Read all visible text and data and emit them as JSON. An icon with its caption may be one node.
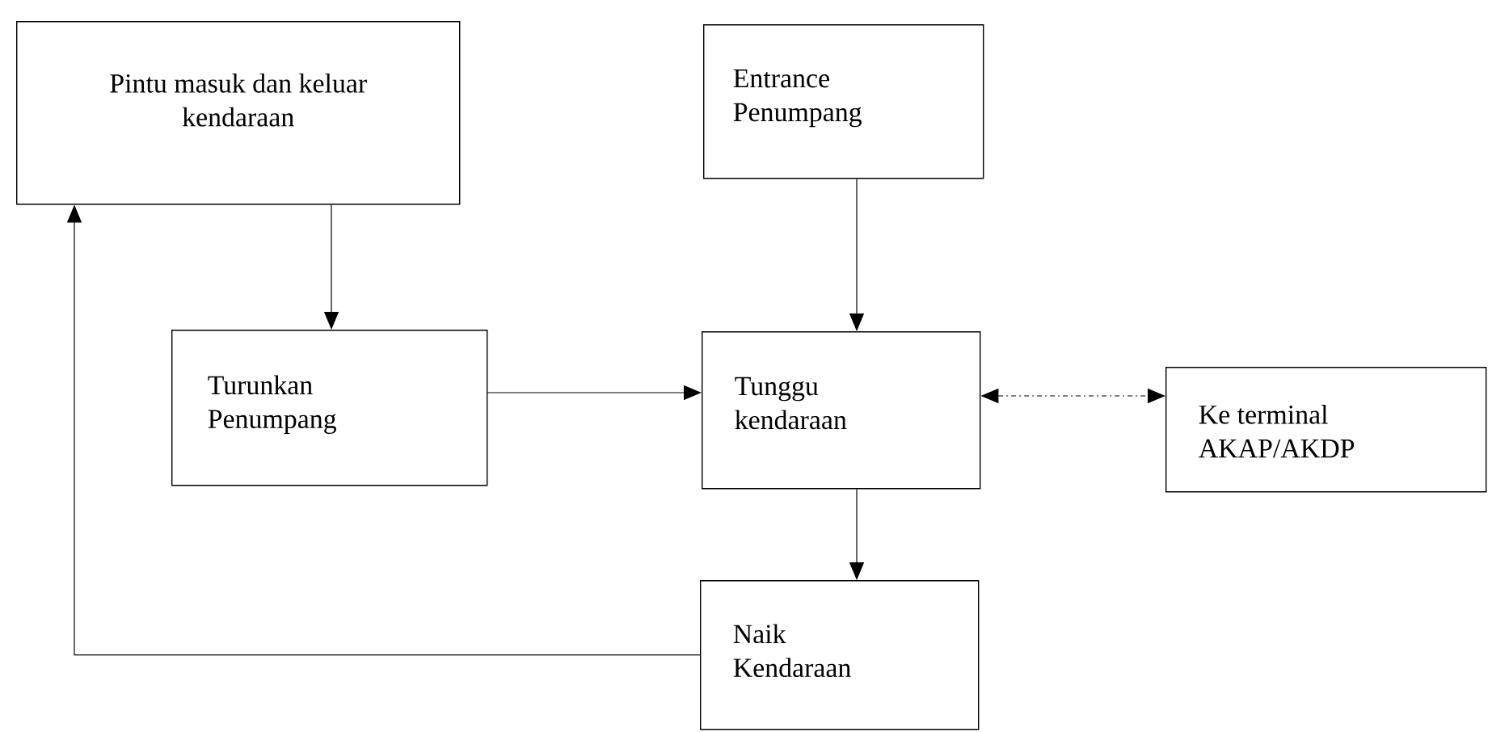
{
  "diagram": {
    "nodes": [
      {
        "text": [
          "Pintu masuk dan keluar kendaraan"
        ]
      },
      {
        "text": [
          "Entrance Penumpang"
        ]
      },
      {
        "text": [
          "Turunkan Penumpang"
        ]
      },
      {
        "text": [
          "Tunggu kendaraan"
        ]
      },
      {
        "text": [
          "Ke terminal AKAP/AKDP"
        ]
      },
      {
        "text": [
          "Naik Kendaraan"
        ]
      }
    ],
    "edges": [
      {
        "from": 0,
        "to": 2,
        "arrow": "to"
      },
      {
        "from": 1,
        "to": 3,
        "arrow": "to"
      },
      {
        "from": 2,
        "to": 3,
        "arrow": "to"
      },
      {
        "from": 3,
        "to": 4,
        "arrow": "both",
        "style": "dashed"
      },
      {
        "from": 3,
        "to": 5,
        "arrow": "to"
      },
      {
        "from": 5,
        "to": 0,
        "arrow": "to"
      }
    ]
  }
}
